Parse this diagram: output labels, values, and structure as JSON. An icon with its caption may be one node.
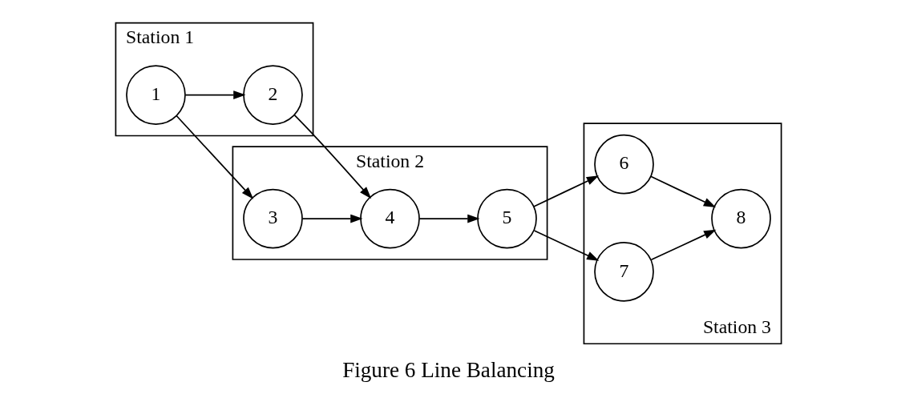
{
  "diagram": {
    "caption": "Figure 6 Line Balancing",
    "nodes": [
      {
        "text": [
          "Station 1"
        ]
      },
      {
        "text": [
          "1"
        ],
        "in": 0
      },
      {
        "text": [
          "2"
        ],
        "in": 0
      },
      {
        "text": [
          "Station 2"
        ]
      },
      {
        "text": [
          "3"
        ],
        "in": 3
      },
      {
        "text": [
          "4"
        ],
        "in": 3
      },
      {
        "text": [
          "5"
        ],
        "in": 3
      },
      {
        "text": [
          "Station 3"
        ]
      },
      {
        "text": [
          "6"
        ],
        "in": 7
      },
      {
        "text": [
          "7"
        ],
        "in": 7
      },
      {
        "text": [
          "8"
        ],
        "in": 7
      }
    ],
    "edges": [
      {
        "from": 1,
        "to": 2,
        "arrow": "to"
      },
      {
        "from": 1,
        "to": 4,
        "arrow": "to"
      },
      {
        "from": 2,
        "to": 5,
        "arrow": "to"
      },
      {
        "from": 4,
        "to": 5,
        "arrow": "to"
      },
      {
        "from": 5,
        "to": 6,
        "arrow": "to"
      },
      {
        "from": 6,
        "to": 8,
        "arrow": "to"
      },
      {
        "from": 6,
        "to": 9,
        "arrow": "to"
      },
      {
        "from": 8,
        "to": 10,
        "arrow": "to"
      },
      {
        "from": 9,
        "to": 10,
        "arrow": "to"
      }
    ]
  }
}
